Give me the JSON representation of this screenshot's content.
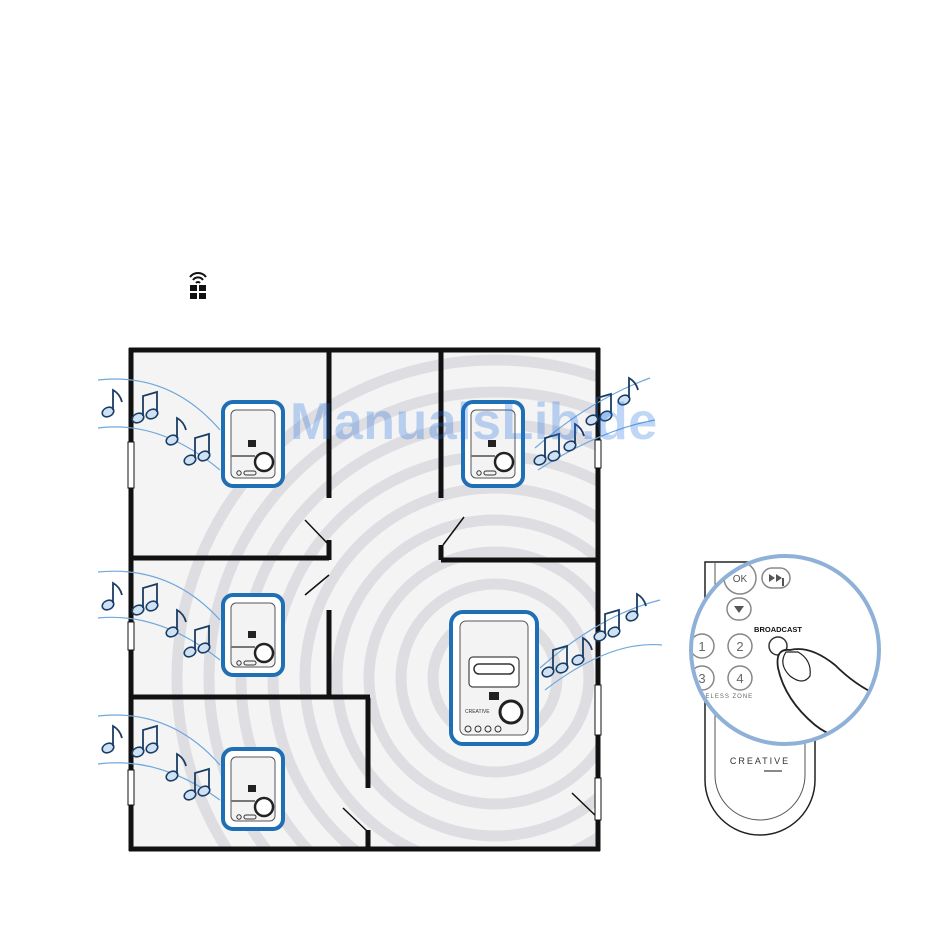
{
  "watermark": "ManualsLib.de",
  "remote": {
    "broadcast_label": "BROADCAST",
    "ok_label": "OK",
    "keys": [
      "1",
      "2",
      "3",
      "4"
    ],
    "zone_label": "WIRELESS ZONE",
    "brand": "CREATIVE"
  },
  "speaker_brand": "CREATIVE",
  "icons": {
    "inline": "broadcast-icon",
    "notes": "music-note-icon",
    "wave": "wireless-wave-icon"
  },
  "colors": {
    "speaker_outline": "#1f6fb5",
    "wave": "#e6e6e8",
    "zoom_ring": "#8fb1d8",
    "notes_fill": "#cfe2f3",
    "wall": "#111111"
  }
}
